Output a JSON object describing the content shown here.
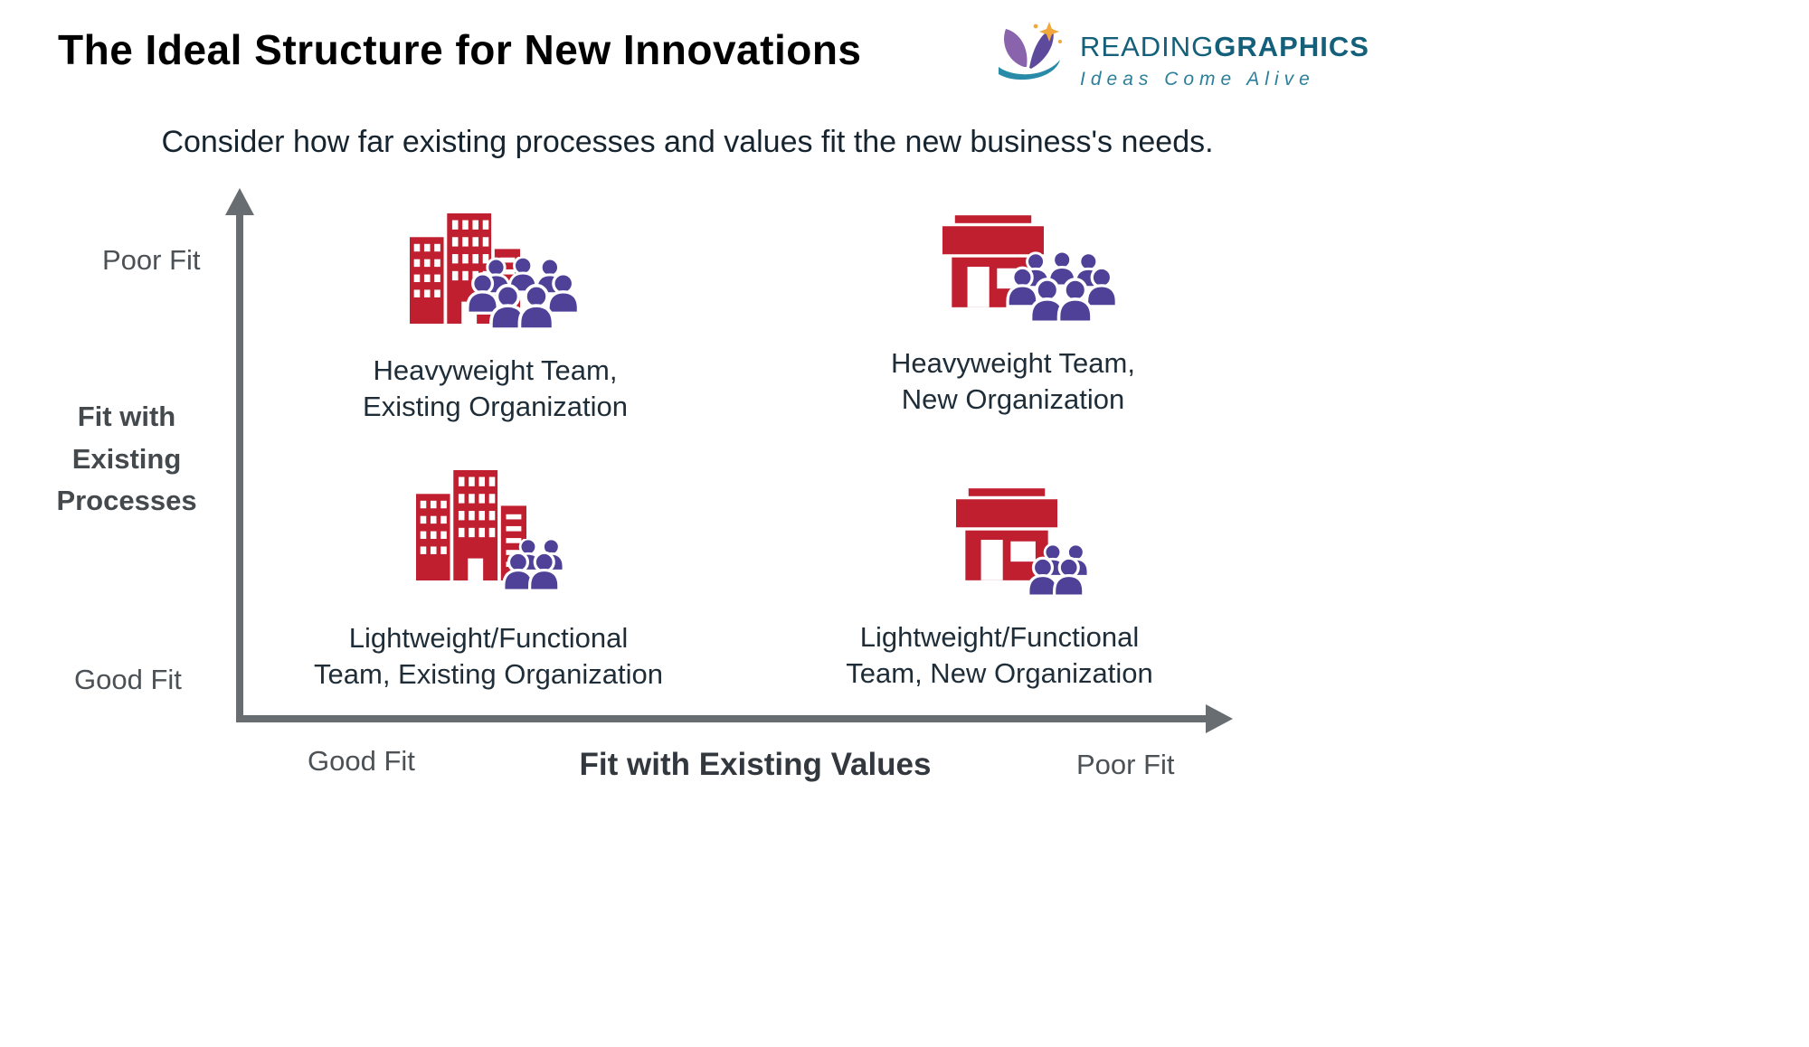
{
  "page": {
    "title": "The Ideal Structure for New Innovations",
    "subtitle": "Consider how far existing processes and values fit the new business's needs."
  },
  "logo": {
    "brand_regular": "READING",
    "brand_bold": "GRAPHICS",
    "tagline": "Ideas Come Alive"
  },
  "axes": {
    "y_title": "Fit with Existing Processes",
    "y_top_label": "Poor Fit",
    "y_bottom_label": "Good Fit",
    "x_title": "Fit with Existing Values",
    "x_left_label": "Good Fit",
    "x_right_label": "Poor Fit"
  },
  "quadrants": [
    {
      "position": "top-left",
      "icon": "office-building-icon + large-team-group-icon",
      "label_line1": "Heavyweight Team,",
      "label_line2": "Existing Organization"
    },
    {
      "position": "top-right",
      "icon": "storefront-icon + large-team-group-icon",
      "label_line1": "Heavyweight Team,",
      "label_line2": "New Organization"
    },
    {
      "position": "bottom-left",
      "icon": "office-building-icon + small-team-group-icon",
      "label_line1": "Lightweight/Functional",
      "label_line2": "Team, Existing Organization"
    },
    {
      "position": "bottom-right",
      "icon": "storefront-icon + small-team-group-icon",
      "label_line1": "Lightweight/Functional",
      "label_line2": "Team, New Organization"
    }
  ],
  "icons": {
    "building": "office-building-icon",
    "storefront": "storefront-icon",
    "team_large": "large-team-group-icon",
    "team_small": "small-team-group-icon",
    "logo": "readinggraphics-butterfly-book-icon"
  },
  "colors": {
    "building_red": "#c01f2f",
    "team_purple": "#4e4197",
    "axis_gray": "#686d72",
    "brand_teal": "#14607a",
    "tagline_teal": "#2b7f9b",
    "text_dark": "#1e2d38"
  }
}
